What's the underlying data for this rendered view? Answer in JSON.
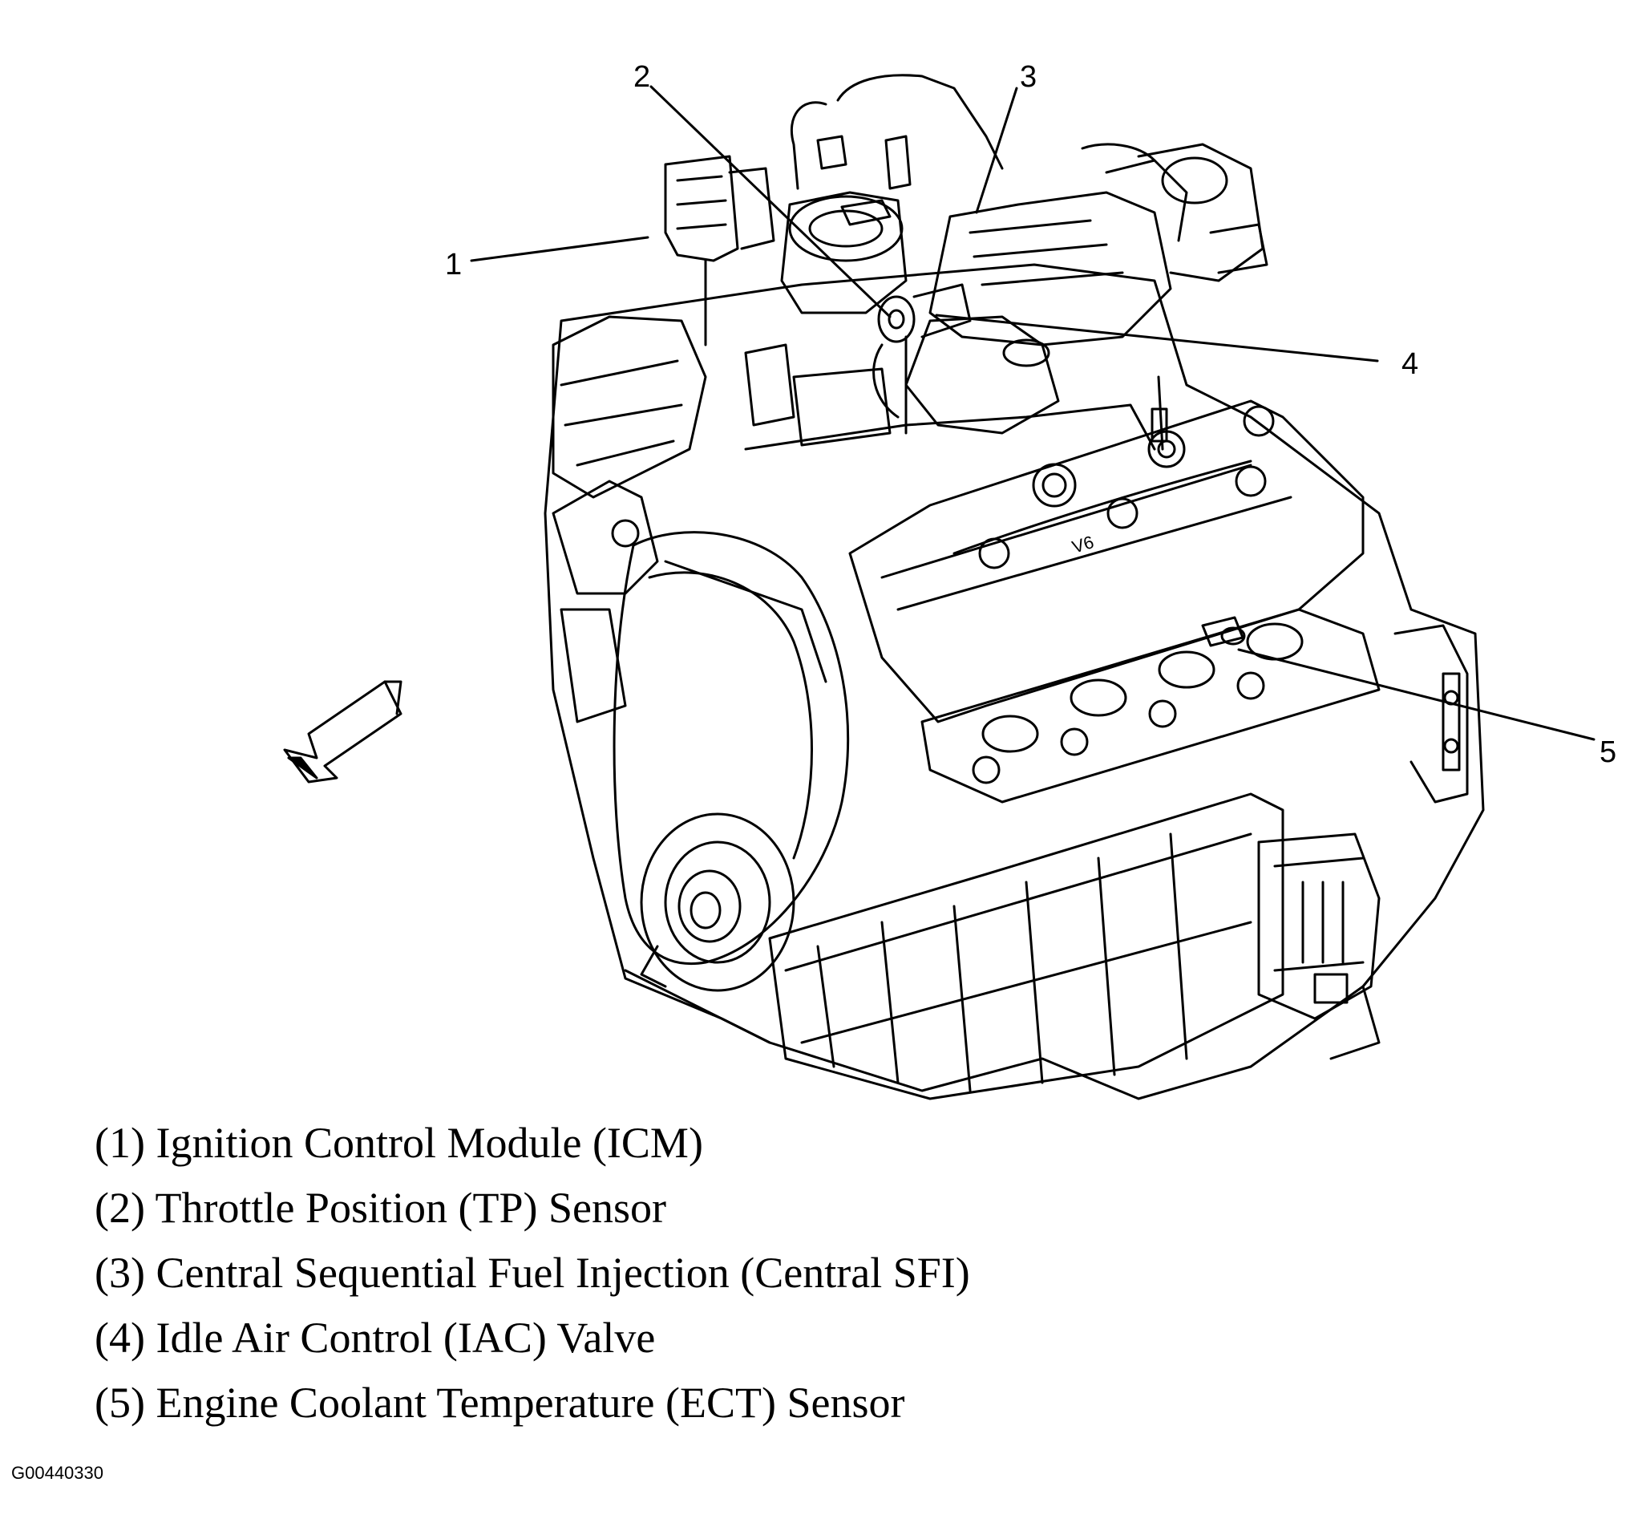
{
  "callouts": [
    {
      "number": "1",
      "part": "Ignition Control Module (ICM)"
    },
    {
      "number": "2",
      "part": "Throttle Position (TP) Sensor"
    },
    {
      "number": "3",
      "part": "Central Sequential Fuel Injection (Central SFI)"
    },
    {
      "number": "4",
      "part": "Idle Air Control (IAC) Valve"
    },
    {
      "number": "5",
      "part": "Engine Coolant Temperature (ECT) Sensor"
    }
  ],
  "legend": [
    "(1) Ignition Control Module (ICM)",
    "(2) Throttle Position (TP) Sensor",
    "(3) Central Sequential Fuel Injection (Central SFI)",
    "(4) Idle Air Control (IAC) Valve",
    "(5) Engine Coolant Temperature (ECT) Sensor"
  ],
  "engine_badge": "V6",
  "figure_id": "G00440330"
}
